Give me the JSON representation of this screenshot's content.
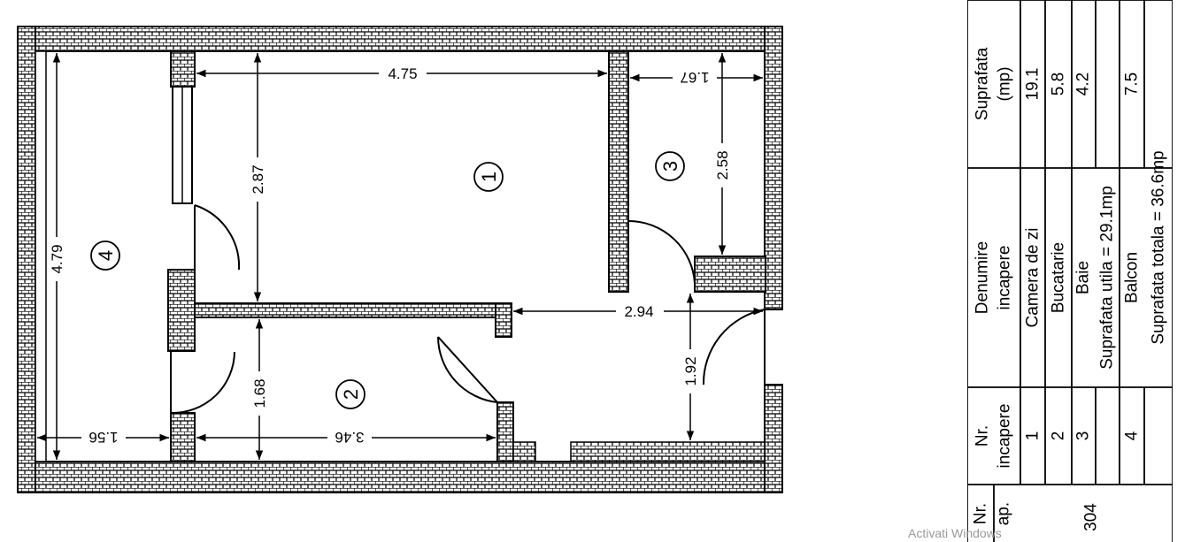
{
  "plan": {
    "rooms": [
      {
        "number": "1"
      },
      {
        "number": "2"
      },
      {
        "number": "3"
      },
      {
        "number": "4"
      }
    ],
    "dimensions": {
      "room1_width": "4.75",
      "room1_height": "2.87",
      "room3_width": "1.67",
      "room3_height": "2.58",
      "balcony_height": "4.79",
      "balcony_width": "1.56",
      "room2_width": "3.46",
      "room2_height": "1.68",
      "hall_width": "2.94",
      "hall_height": "1.92"
    }
  },
  "table": {
    "headers": {
      "ap": [
        "Nr.",
        "ap."
      ],
      "nr": [
        "Nr.",
        "incapere"
      ],
      "name": [
        "Denumire",
        "incapere"
      ],
      "area": [
        "Suprafata",
        "(mp)"
      ]
    },
    "apartment": "304",
    "rows": [
      {
        "nr": "1",
        "name": "Camera de zi",
        "area": "19.1"
      },
      {
        "nr": "2",
        "name": "Bucatarie",
        "area": "5.8"
      },
      {
        "nr": "3",
        "name": "Baie",
        "area": "4.2"
      },
      {
        "nr": "4",
        "name": "Balcon",
        "area": "7.5"
      }
    ],
    "useful_area": "Suprafata utila = 29.1mp",
    "total_area": "Suprafata totala = 36.6mp"
  },
  "watermark": "Activati Windows"
}
